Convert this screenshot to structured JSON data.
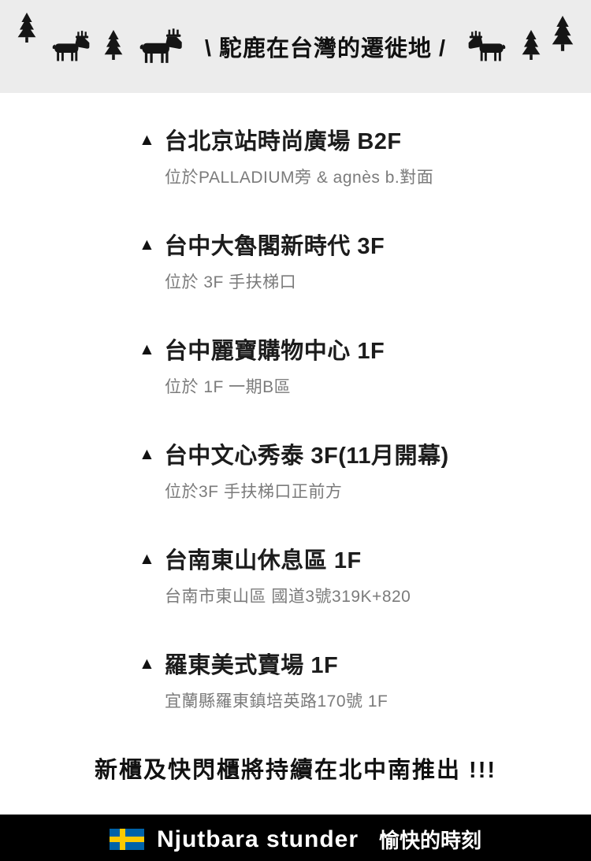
{
  "banner": {
    "title": "\\ 駝鹿在台灣的遷徙地 /",
    "icons_left": [
      "pine-tree",
      "moose",
      "pine-tree",
      "moose"
    ],
    "icons_right": [
      "moose",
      "pine-tree",
      "pine-tree"
    ],
    "background_color": "#ececec",
    "icon_color": "#151515"
  },
  "marker": "▲",
  "locations": [
    {
      "title": "台北京站時尚廣場 B2F",
      "detail": "位於PALLADIUM旁 & agnès b.對面"
    },
    {
      "title": "台中大魯閣新時代 3F",
      "detail": "位於 3F 手扶梯口"
    },
    {
      "title": "台中麗寶購物中心 1F",
      "detail": "位於 1F 一期B區"
    },
    {
      "title": "台中文心秀泰 3F(11月開幕)",
      "detail": "位於3F 手扶梯口正前方"
    },
    {
      "title": "台南東山休息區 1F",
      "detail": "台南市東山區 國道3號319K+820"
    },
    {
      "title": "羅東美式賣場 1F",
      "detail": "宜蘭縣羅東鎮培英路170號 1F"
    }
  ],
  "footer_note": "新櫃及快閃櫃將持續在北中南推出 !!!",
  "brand": {
    "name": "Njutbara stunder",
    "tagline": "愉快的時刻",
    "flag": "sweden-flag",
    "flag_colors": {
      "blue": "#0062a8",
      "yellow": "#fdca00"
    },
    "bar_color": "#000000"
  }
}
